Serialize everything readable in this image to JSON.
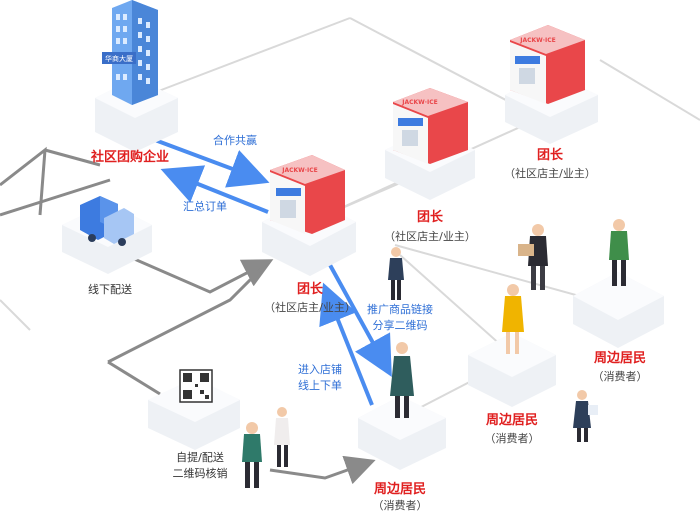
{
  "colors": {
    "accent_red": "#e02020",
    "flow_blue": "#4a8cf0",
    "line_gray": "#8a8a8a",
    "platform": "#eef1f5",
    "shop_red": "#e9474a"
  },
  "store_sign": "JACKW·ICE",
  "building_sign": "华商大厦",
  "nodes": {
    "enterprise": {
      "label": "社区团购企业"
    },
    "offline": {
      "label": "线下配送"
    },
    "pickup": {
      "line1": "自提/配送",
      "line2": "二维码核销"
    },
    "leader_main": {
      "title": "团长",
      "sub": "（社区店主/业主）"
    },
    "leader_mid": {
      "title": "团长",
      "sub": "（社区店主/业主）"
    },
    "leader_top": {
      "title": "团长",
      "sub": "（社区店主/业主）"
    },
    "resident_bottom": {
      "title": "周边居民",
      "sub": "（消费者）"
    },
    "resident_mid": {
      "title": "周边居民",
      "sub": "（消费者）"
    },
    "resident_right": {
      "title": "周边居民",
      "sub": "（消费者）"
    }
  },
  "flows": {
    "cooperate": "合作共赢",
    "summary": "汇总订单",
    "push_line1": "推广商品链接",
    "push_line2": "分享二维码",
    "enter_line1": "进入店铺",
    "enter_line2": "线上下单"
  }
}
